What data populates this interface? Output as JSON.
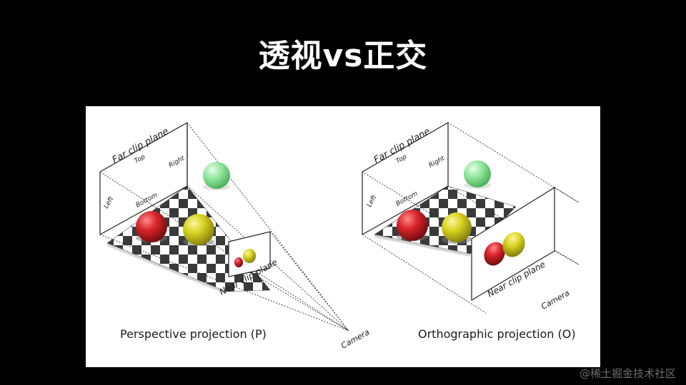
{
  "slide": {
    "title": "透视vs正交",
    "watermark": "@稀土掘金技术社区"
  },
  "perspective": {
    "caption": "Perspective projection (P)",
    "far_clip": "Far clip plane",
    "top": "Top",
    "right": "Right",
    "left": "Left",
    "bottom": "Bottom",
    "near_clip": "Near clip plane",
    "camera": "Camera"
  },
  "orthographic": {
    "caption": "Orthographic projection (O)",
    "far_clip": "Far clip plane",
    "top": "Top",
    "right": "Right",
    "left": "Left",
    "bottom": "Bottom",
    "near_clip": "Near clip plane",
    "camera": "Camera"
  },
  "colors": {
    "red_sphere": "#d8262b",
    "yellow_sphere": "#d9d320",
    "green_sphere": "#7fe08a"
  }
}
